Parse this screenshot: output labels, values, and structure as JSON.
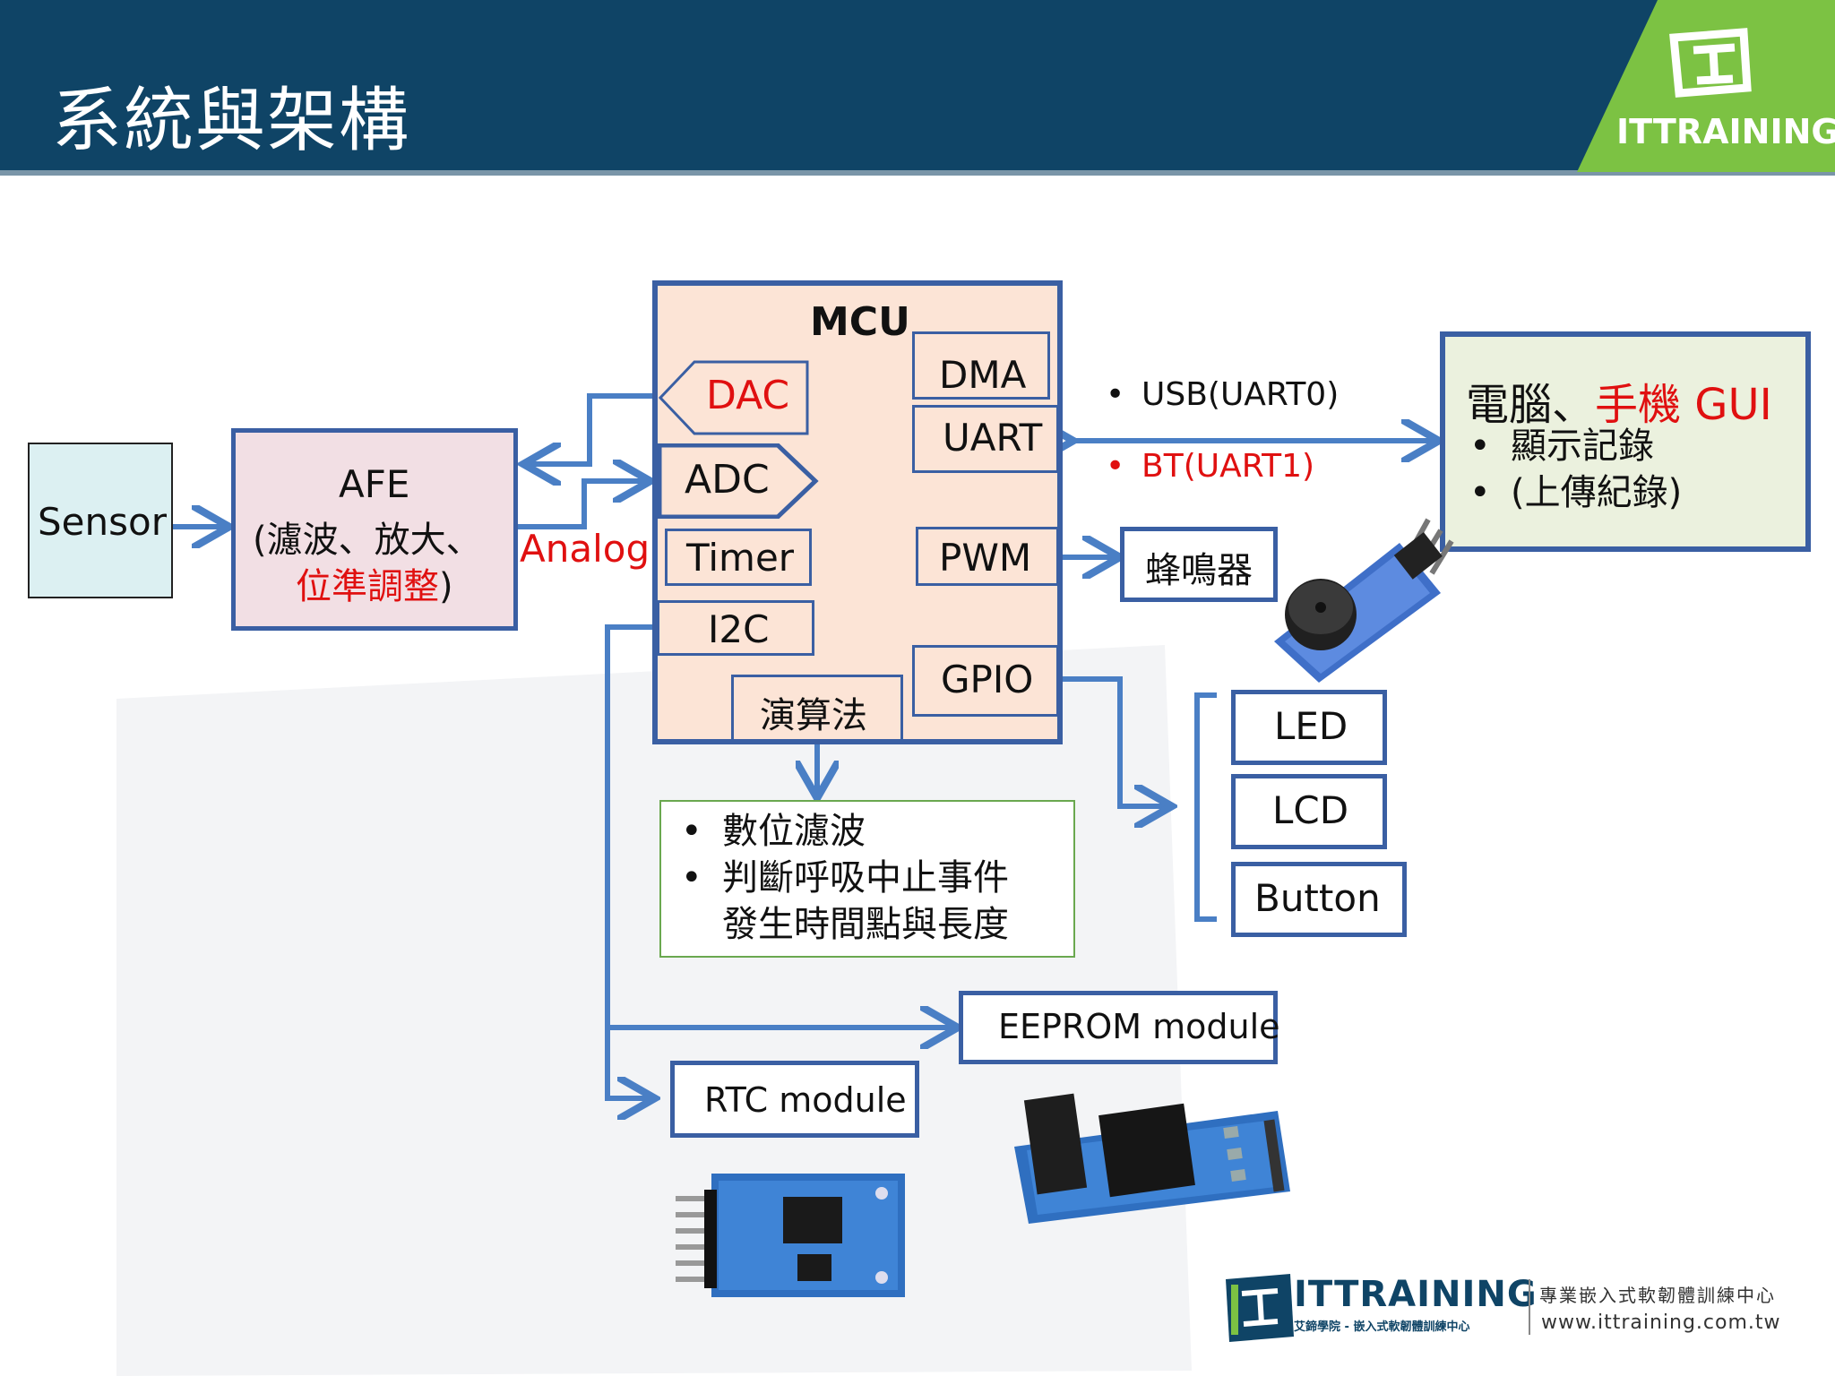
{
  "header": {
    "title": "系統與架構",
    "brand": "ITTRAINING"
  },
  "colors": {
    "header_bg": "#0f4466",
    "brand_green": "#7cc243",
    "block_border": "#3a5fa3",
    "arrow": "#4a7fc5",
    "accent_red": "#e01010",
    "sensor_fill": "#dcf0f2",
    "afe_fill": "#f2dfe4",
    "mcu_fill": "#fce4d6",
    "gui_fill": "#ebf1de",
    "note_border": "#6aa84f"
  },
  "diagram": {
    "sensor": "Sensor",
    "afe": {
      "title": "AFE",
      "line1": "(濾波、放大、",
      "line2_red": "位準調整",
      "line2_end": ")"
    },
    "analog_label": "Analog",
    "mcu": {
      "title": "MCU",
      "dac": "DAC",
      "adc": "ADC",
      "timer": "Timer",
      "i2c": "I2C",
      "algorithm": "演算法",
      "dma": "DMA",
      "uart": "UART",
      "pwm": "PWM",
      "gpio": "GPIO"
    },
    "links": {
      "usb": "USB(UART0)",
      "bt": "BT(UART1)"
    },
    "gui": {
      "title_black": "電腦、",
      "title_red": "手機 GUI",
      "items": [
        "顯示記錄",
        "(上傳紀錄)"
      ]
    },
    "buzzer": "蜂鳴器",
    "gpio_outputs": [
      "LED",
      "LCD",
      "Button"
    ],
    "algorithm_notes": [
      "數位濾波",
      "判斷呼吸中止事件",
      "發生時間點與長度"
    ],
    "eeprom": "EEPROM module",
    "rtc": "RTC module"
  },
  "footer": {
    "brand": "ITTRAINING",
    "sub_left": "艾鍗學院 - 嵌入式軟韌體訓練中心",
    "tagline": "專業嵌入式軟韌體訓練中心",
    "url": "www.ittraining.com.tw"
  }
}
